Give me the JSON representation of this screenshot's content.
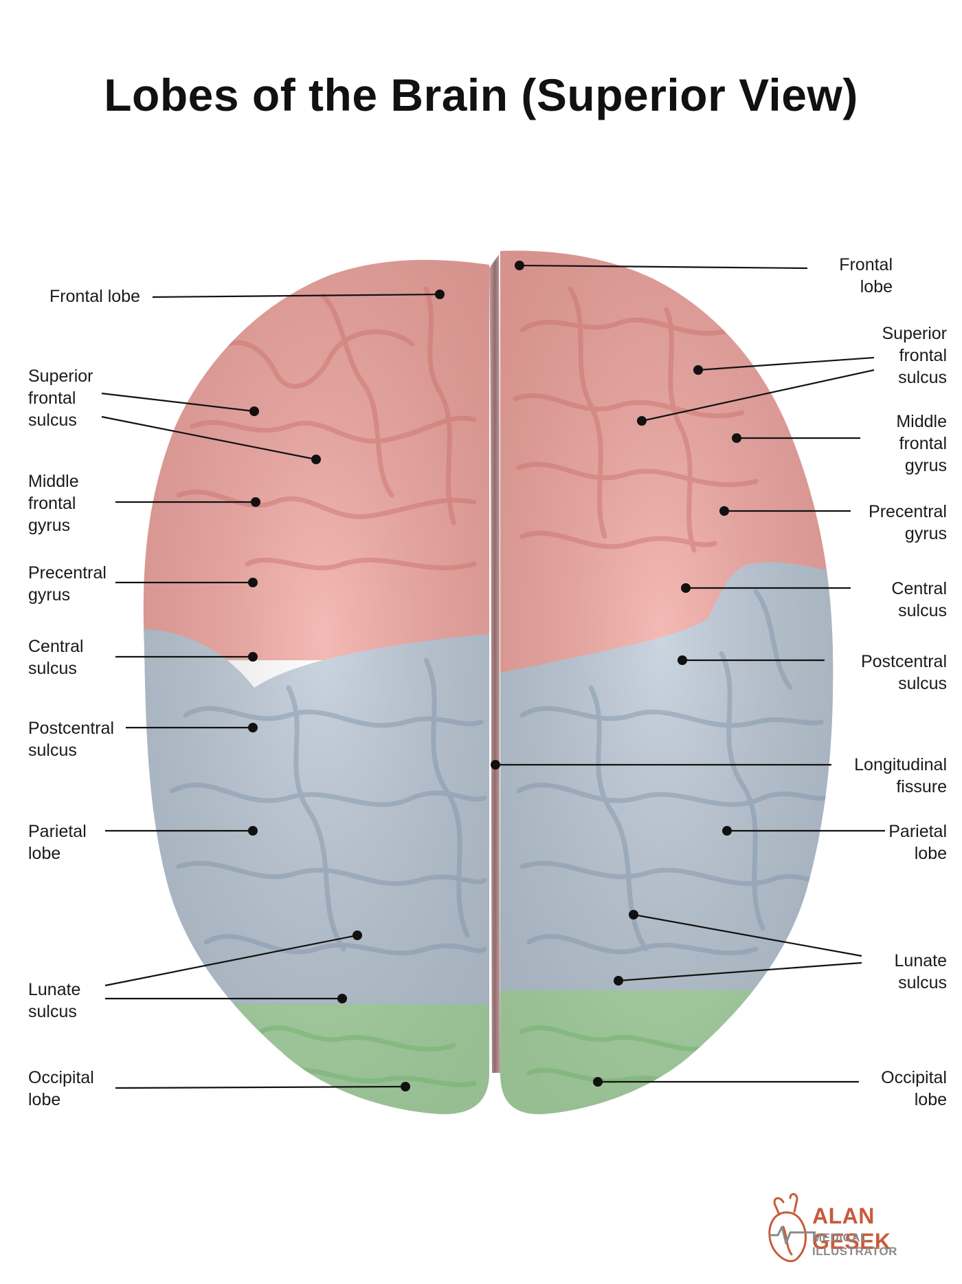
{
  "title": "Lobes of the Brain (Superior View)",
  "colors": {
    "frontal": "#f2a39d",
    "parietal": "#b9c7d6",
    "occipital": "#a9d7a4",
    "fissure": "#7a4848",
    "leader": "#111111",
    "logo_accent": "#c85a3a",
    "logo_gray": "#8a8a8a"
  },
  "labels": {
    "left": {
      "frontal_lobe": "Frontal lobe",
      "superior_frontal_sulcus": "Superior\nfrontal\nsulcus",
      "middle_frontal_gyrus": "Middle\nfrontal\ngyrus",
      "precentral_gyrus": "Precentral\ngyrus",
      "central_sulcus": "Central\nsulcus",
      "postcentral_sulcus": "Postcentral\nsulcus",
      "parietal_lobe": "Parietal\nlobe",
      "lunate_sulcus": "Lunate\nsulcus",
      "occipital_lobe": "Occipital\nlobe"
    },
    "right": {
      "frontal_lobe": "Frontal\nlobe",
      "superior_frontal_sulcus": "Superior\nfrontal\nsulcus",
      "middle_frontal_gyrus": "Middle\nfrontal\ngyrus",
      "precentral_gyrus": "Precentral\ngyrus",
      "central_sulcus": "Central\nsulcus",
      "postcentral_sulcus": "Postcentral\nsulcus",
      "longitudinal_fissure": "Longitudinal\nfissure",
      "parietal_lobe": "Parietal\nlobe",
      "lunate_sulcus": "Lunate\nsulcus",
      "occipital_lobe": "Occipital\nlobe"
    }
  },
  "logo": {
    "name": "ALAN GESEK",
    "subtitle": "MEDICAL ILLUSTRATOR",
    "icon": "anatomical-heart-icon"
  }
}
